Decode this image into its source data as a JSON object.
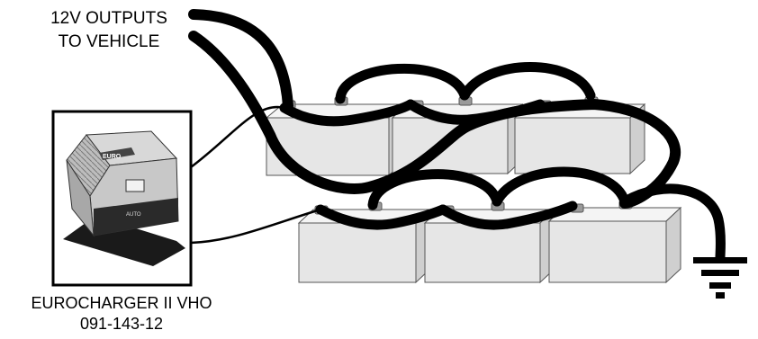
{
  "labels": {
    "outputs_line1": "12V OUTPUTS",
    "outputs_line2": "TO VEHICLE",
    "charger_line1": "EUROCHARGER II VHO",
    "charger_line2": "091-143-12"
  },
  "charger_faceplate": {
    "brand": "EURO",
    "model_text": "AUTO"
  },
  "colors": {
    "cable": "#000000",
    "battery_face": "#e6e6e6",
    "battery_top": "#f4f4f4",
    "battery_side": "#cfcfcf",
    "terminal": "#9a9a9a",
    "charger_body": "#cfcfcf"
  }
}
